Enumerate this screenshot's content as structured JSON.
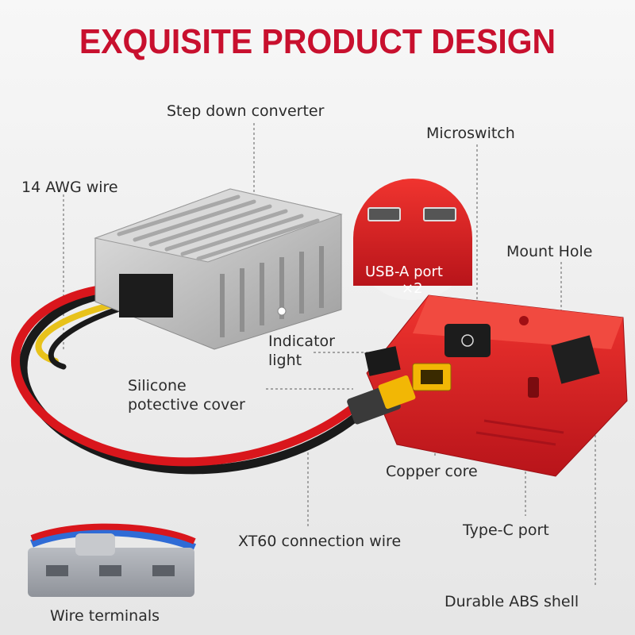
{
  "title": "EXQUISITE PRODUCT DESIGN",
  "labels": {
    "step_down_converter": "Step down converter",
    "microswitch": "Microswitch",
    "awg_wire": "14 AWG wire",
    "mount_hole": "Mount Hole",
    "usb_port": "USB-A port",
    "usb_count": "×2",
    "indicator_light_1": "Indicator",
    "indicator_light_2": "light",
    "silicone_cover_1": "Silicone",
    "silicone_cover_2": "potective cover",
    "copper_core": "Copper core",
    "type_c_port": "Type-C port",
    "xt60_wire": "XT60 connection wire",
    "abs_shell": "Durable ABS shell",
    "wire_terminals": "Wire terminals"
  },
  "colors": {
    "accent_red": "#c8102e",
    "adapter_red": "#e01b22",
    "aluminum": "#c9c9c9",
    "xt60_yellow": "#f2b705"
  }
}
